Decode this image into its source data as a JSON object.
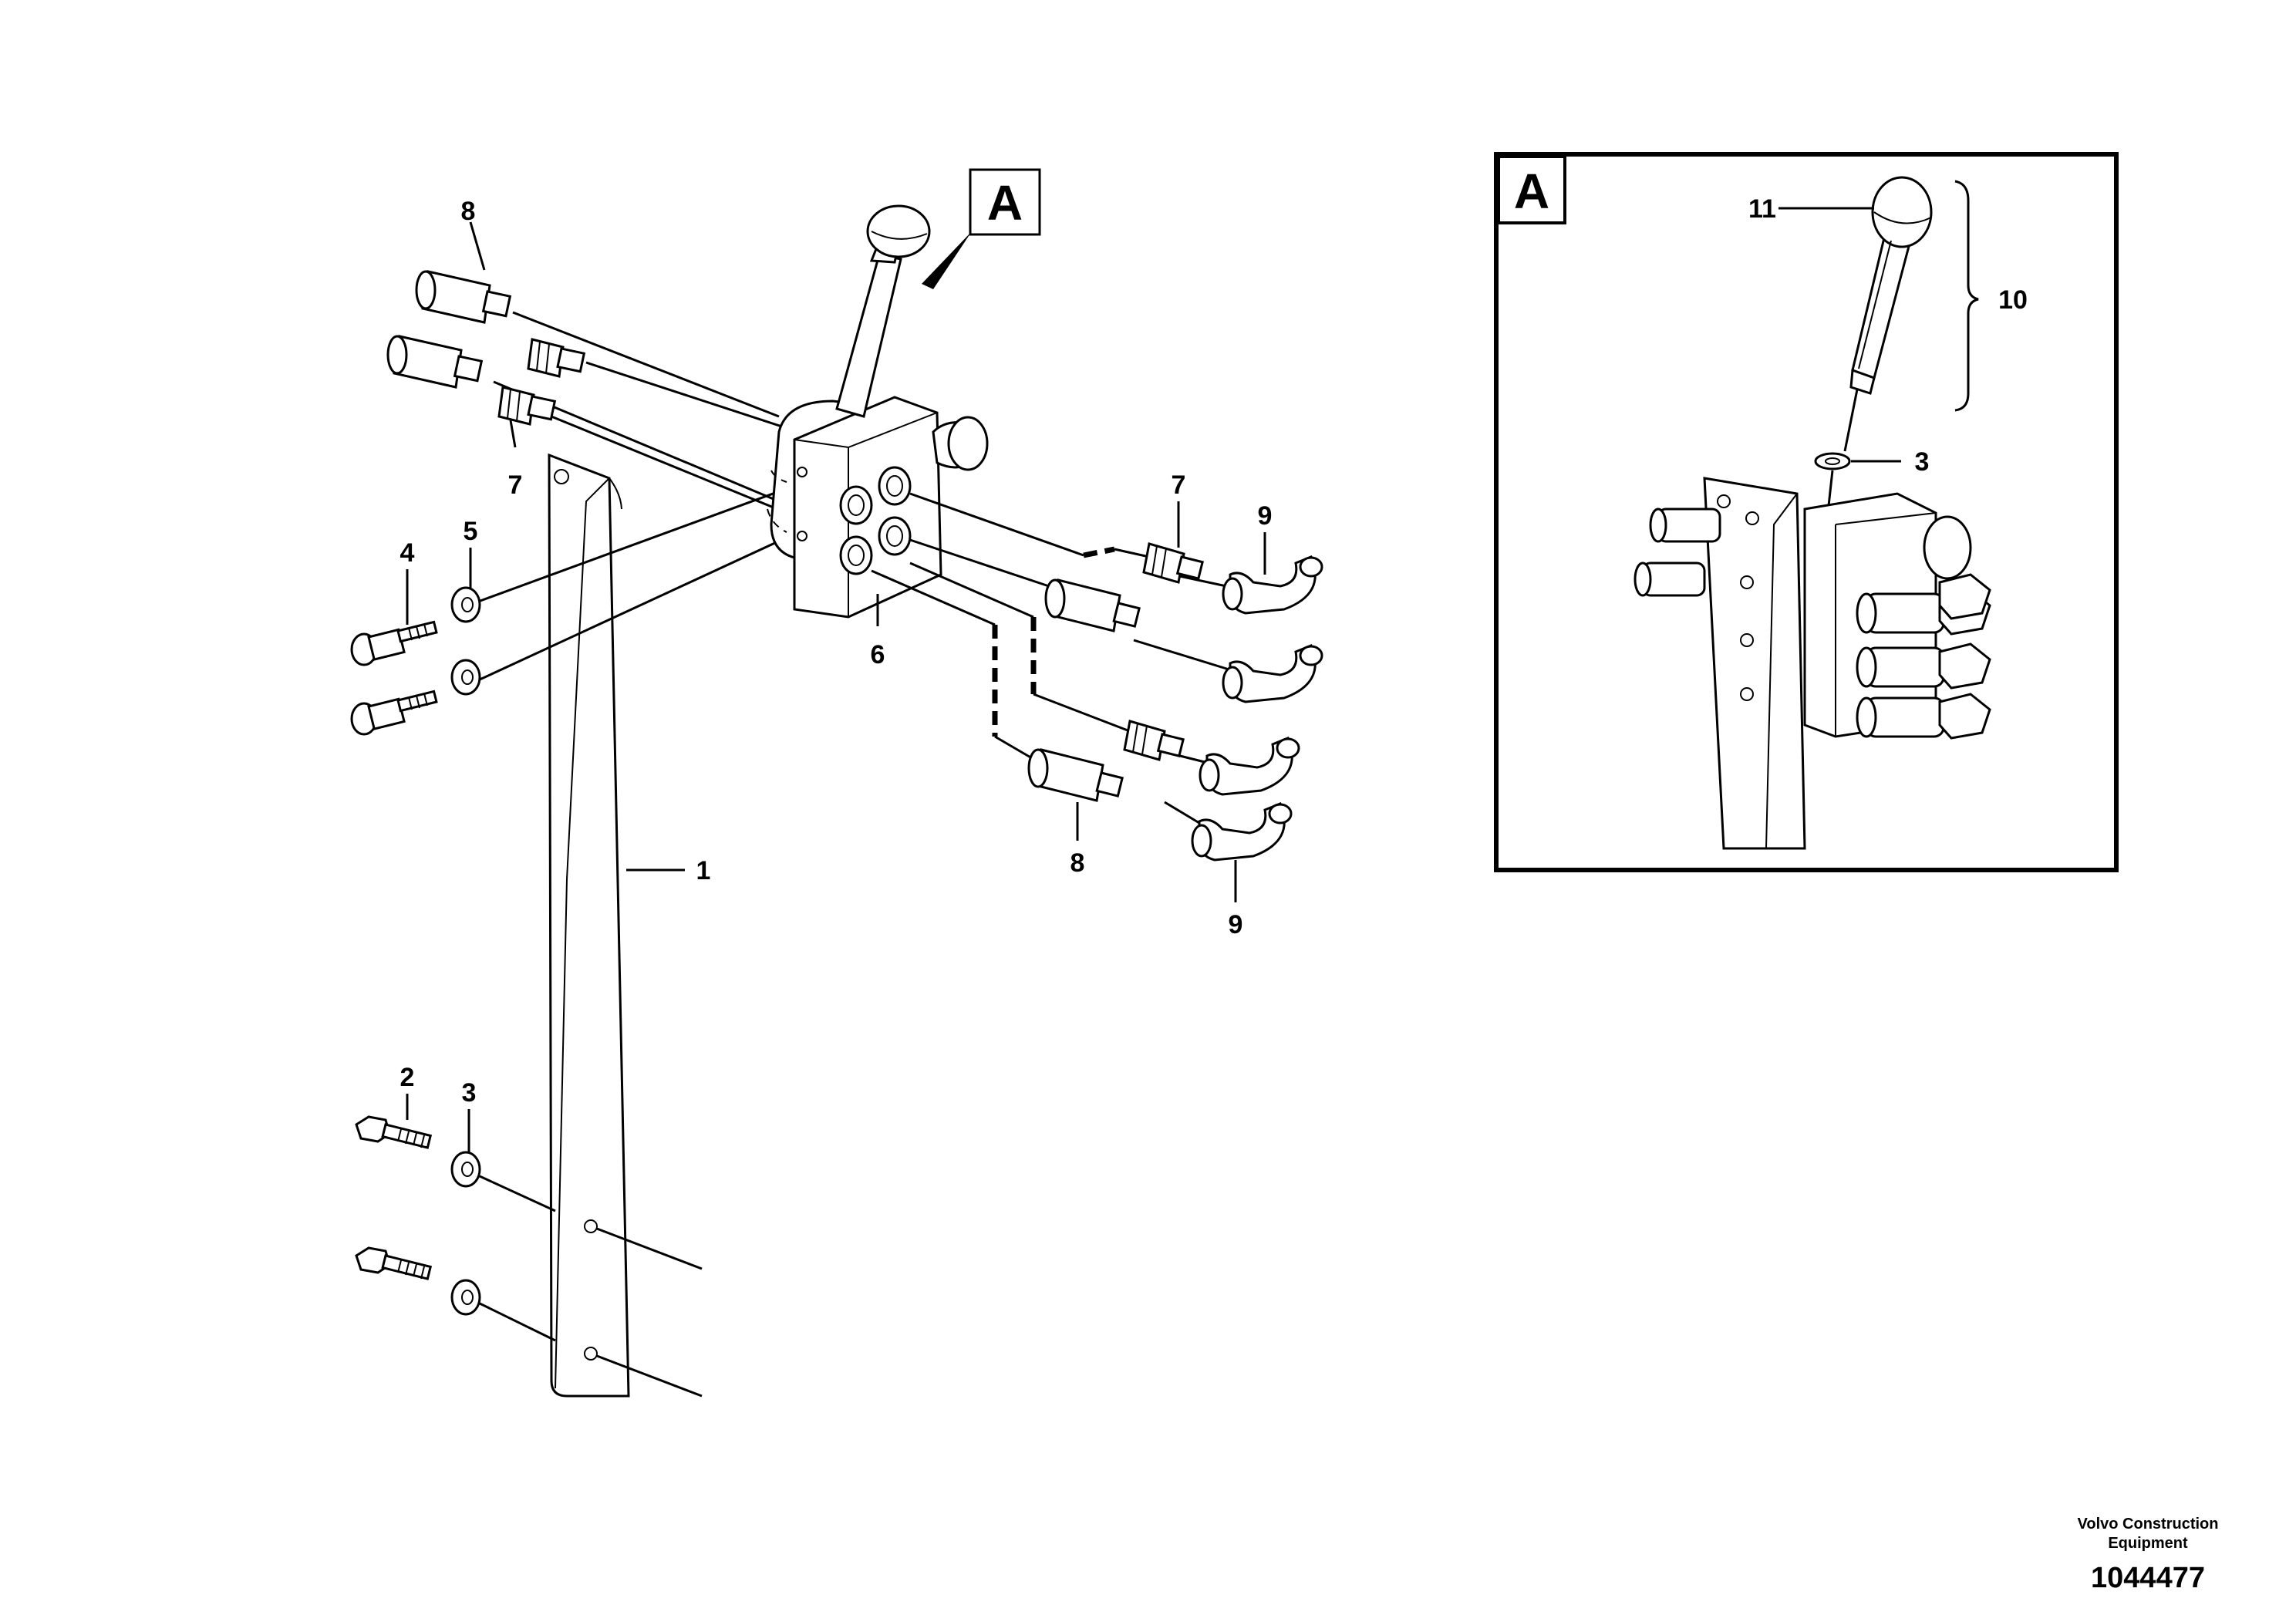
{
  "diagram": {
    "callouts": {
      "item_1": "1",
      "item_2": "2",
      "item_3_bottom": "3",
      "item_4": "4",
      "item_5": "5",
      "item_6": "6",
      "item_7_left": "7",
      "item_7_right": "7",
      "item_8_top": "8",
      "item_8_bottom": "8",
      "item_9_top": "9",
      "item_9_bottom": "9"
    },
    "view_tag": "A"
  },
  "detail_view": {
    "tag": "A",
    "callouts": {
      "item_11": "11",
      "item_10": "10",
      "item_3": "3"
    }
  },
  "footer": {
    "company_line1": "Volvo Construction",
    "company_line2": "Equipment",
    "drawing_number": "1044477"
  }
}
